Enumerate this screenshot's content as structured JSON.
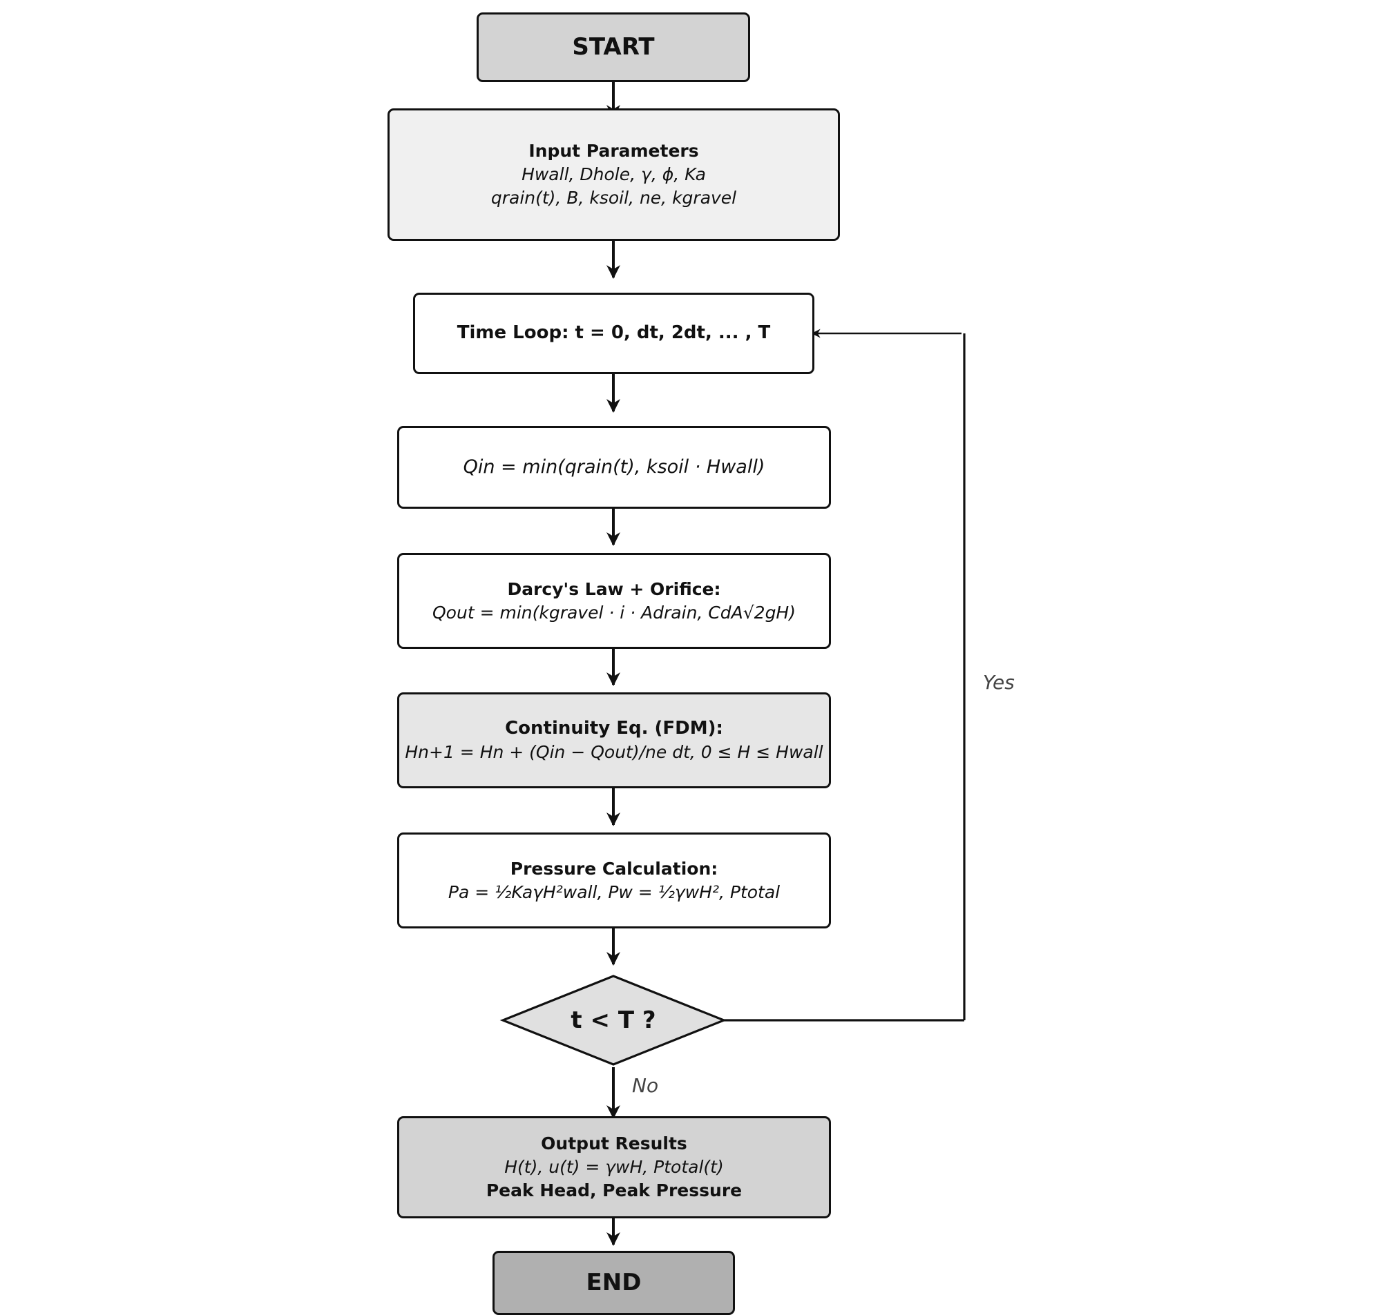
{
  "colors": {
    "stroke": "#111111",
    "terminal_start": "#d3d3d3",
    "input": "#f0f0f0",
    "plain": "#ffffff",
    "continuity": "#e6e6e6",
    "decision": "#e0e0e0",
    "output": "#d3d3d3",
    "terminal_end": "#b0b0b0",
    "edge_label": "#444444"
  },
  "nodes": {
    "start": {
      "label": "START"
    },
    "input": {
      "title": "Input Parameters",
      "line1": "Hwall, Dhole, γ, ϕ, Ka",
      "line2": "qrain(t), B, ksoil, ne, kgravel"
    },
    "time_loop": {
      "label": "Time Loop:  t = 0,  dt,  2dt, ... , T"
    },
    "inflow": {
      "formula": "Qin = min(qrain(t),  ksoil · Hwall)"
    },
    "darcy": {
      "title": "Darcy's Law + Orifice:",
      "formula": "Qout = min(kgravel · i · Adrain,  CdA√2gH)"
    },
    "continuity": {
      "title": "Continuity Eq. (FDM):",
      "formula": "Hn+1 = Hn + (Qin − Qout)/ne dt,    0 ≤ H ≤ Hwall"
    },
    "pressure": {
      "title": "Pressure Calculation:",
      "formula": "Pa = ½KaγH²wall,   Pw = ½γwH²,   Ptotal"
    },
    "decision": {
      "label": "t  <  T ?"
    },
    "output": {
      "title": "Output Results",
      "formula": "H(t),  u(t) = γwH,  Ptotal(t)",
      "subtitle": "Peak Head, Peak Pressure"
    },
    "end": {
      "label": "END"
    }
  },
  "edges": {
    "yes_label": "Yes",
    "no_label": "No"
  }
}
